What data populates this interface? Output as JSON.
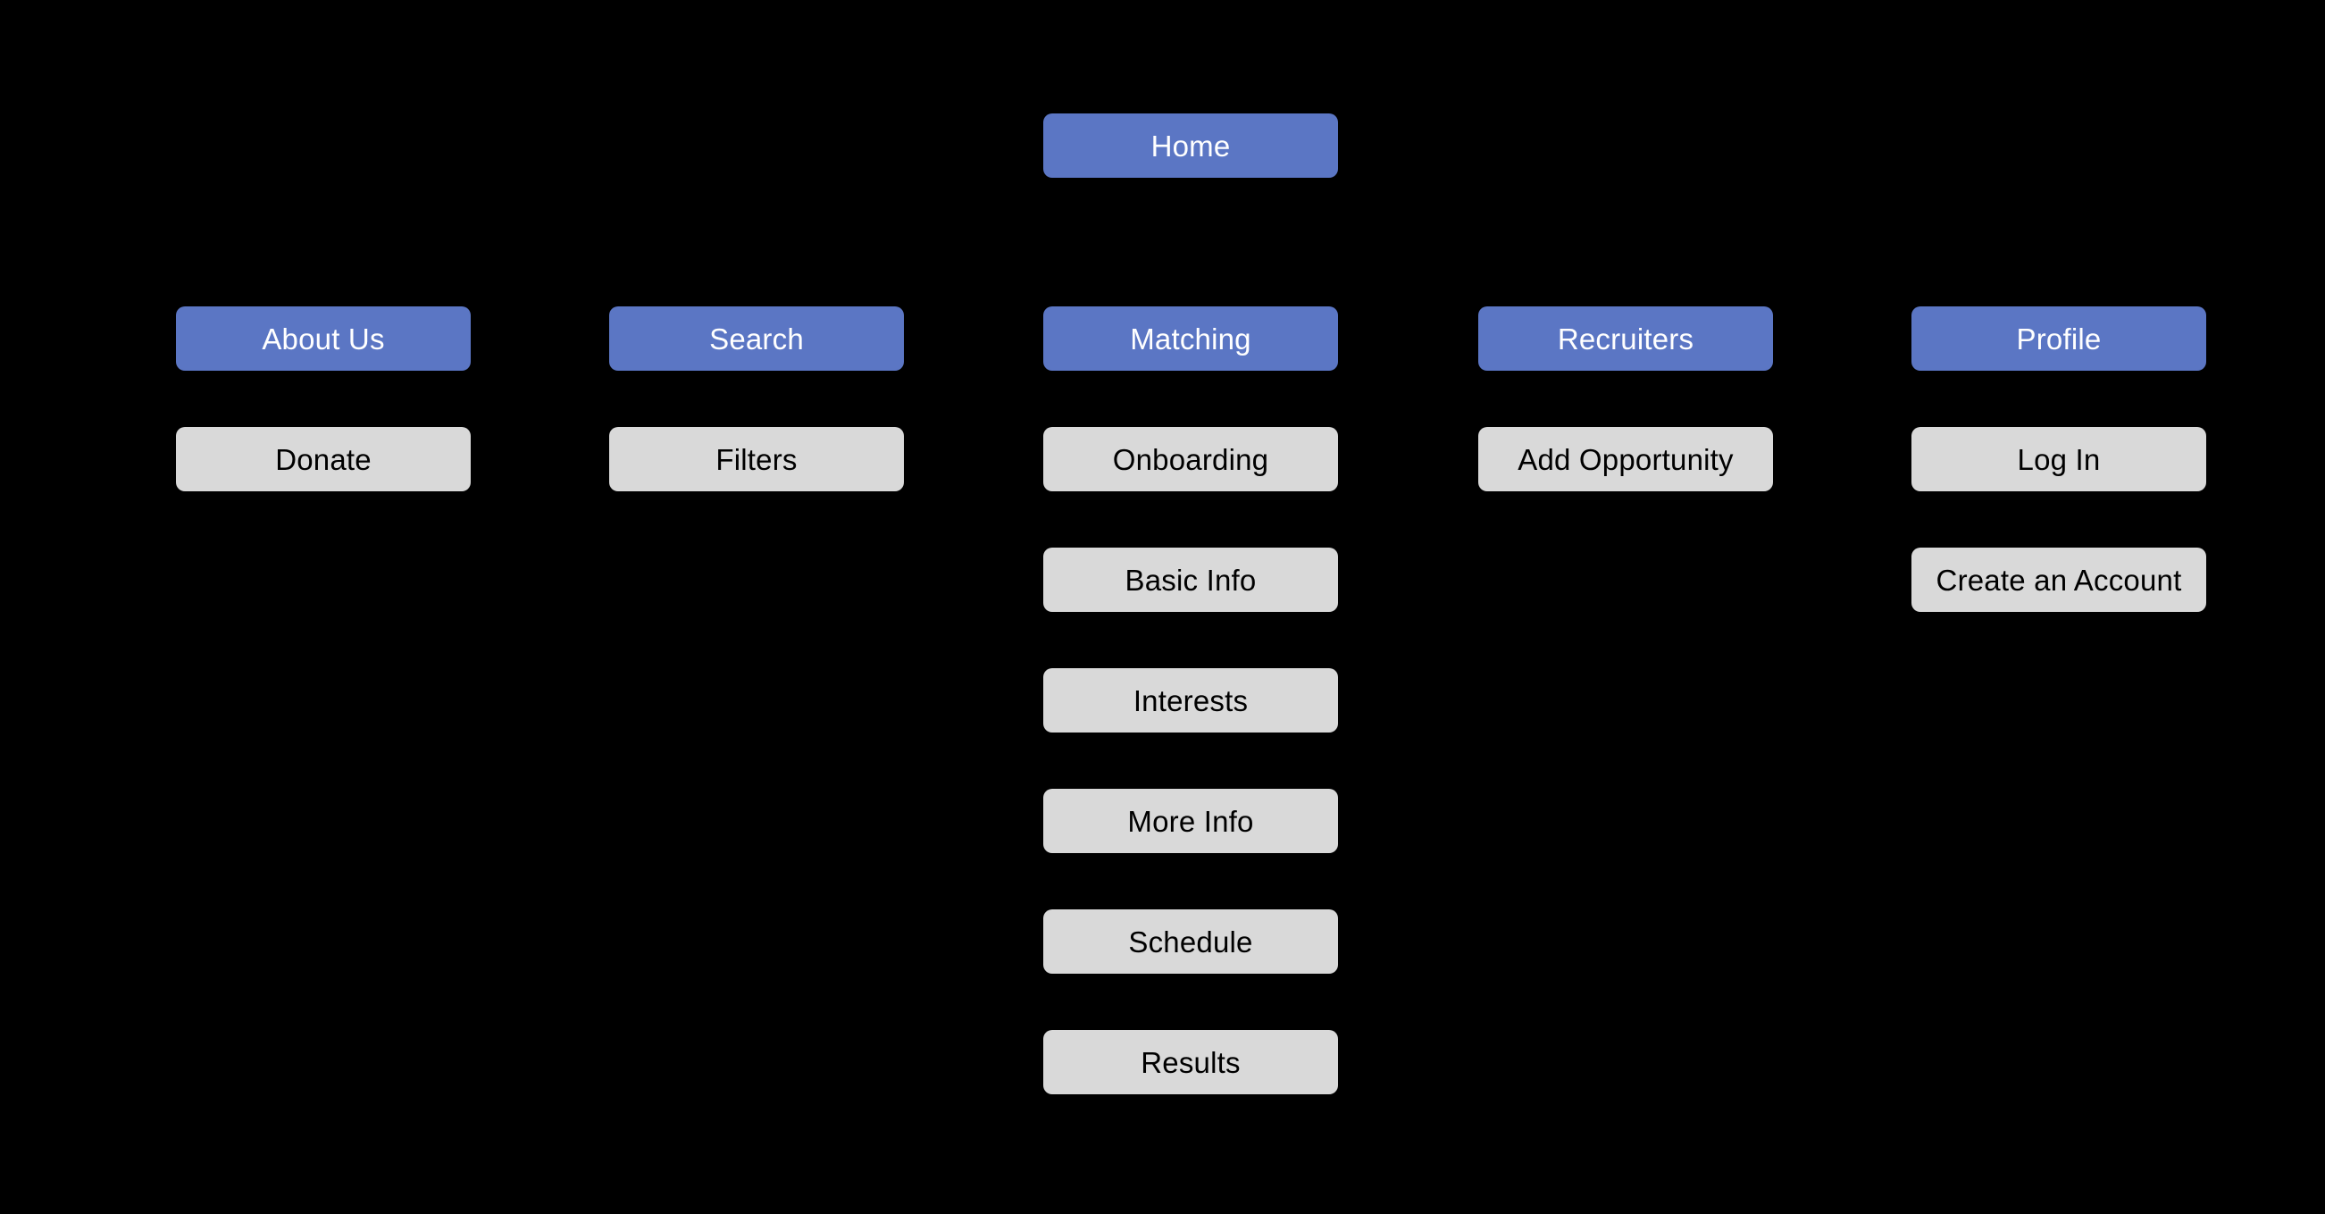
{
  "colors": {
    "bg": "#000000",
    "primary": "#5B76C4",
    "primary_text": "#FFFFFF",
    "secondary": "#D9D9D9",
    "secondary_text": "#000000"
  },
  "sitemap": {
    "root": {
      "label": "Home"
    },
    "columns": [
      {
        "header": "About Us",
        "children": [
          "Donate"
        ]
      },
      {
        "header": "Search",
        "children": [
          "Filters"
        ]
      },
      {
        "header": "Matching",
        "children": [
          "Onboarding",
          "Basic Info",
          "Interests",
          "More Info",
          "Schedule",
          "Results"
        ]
      },
      {
        "header": "Recruiters",
        "children": [
          "Add Opportunity"
        ]
      },
      {
        "header": "Profile",
        "children": [
          "Log In",
          "Create an Account"
        ]
      }
    ]
  }
}
